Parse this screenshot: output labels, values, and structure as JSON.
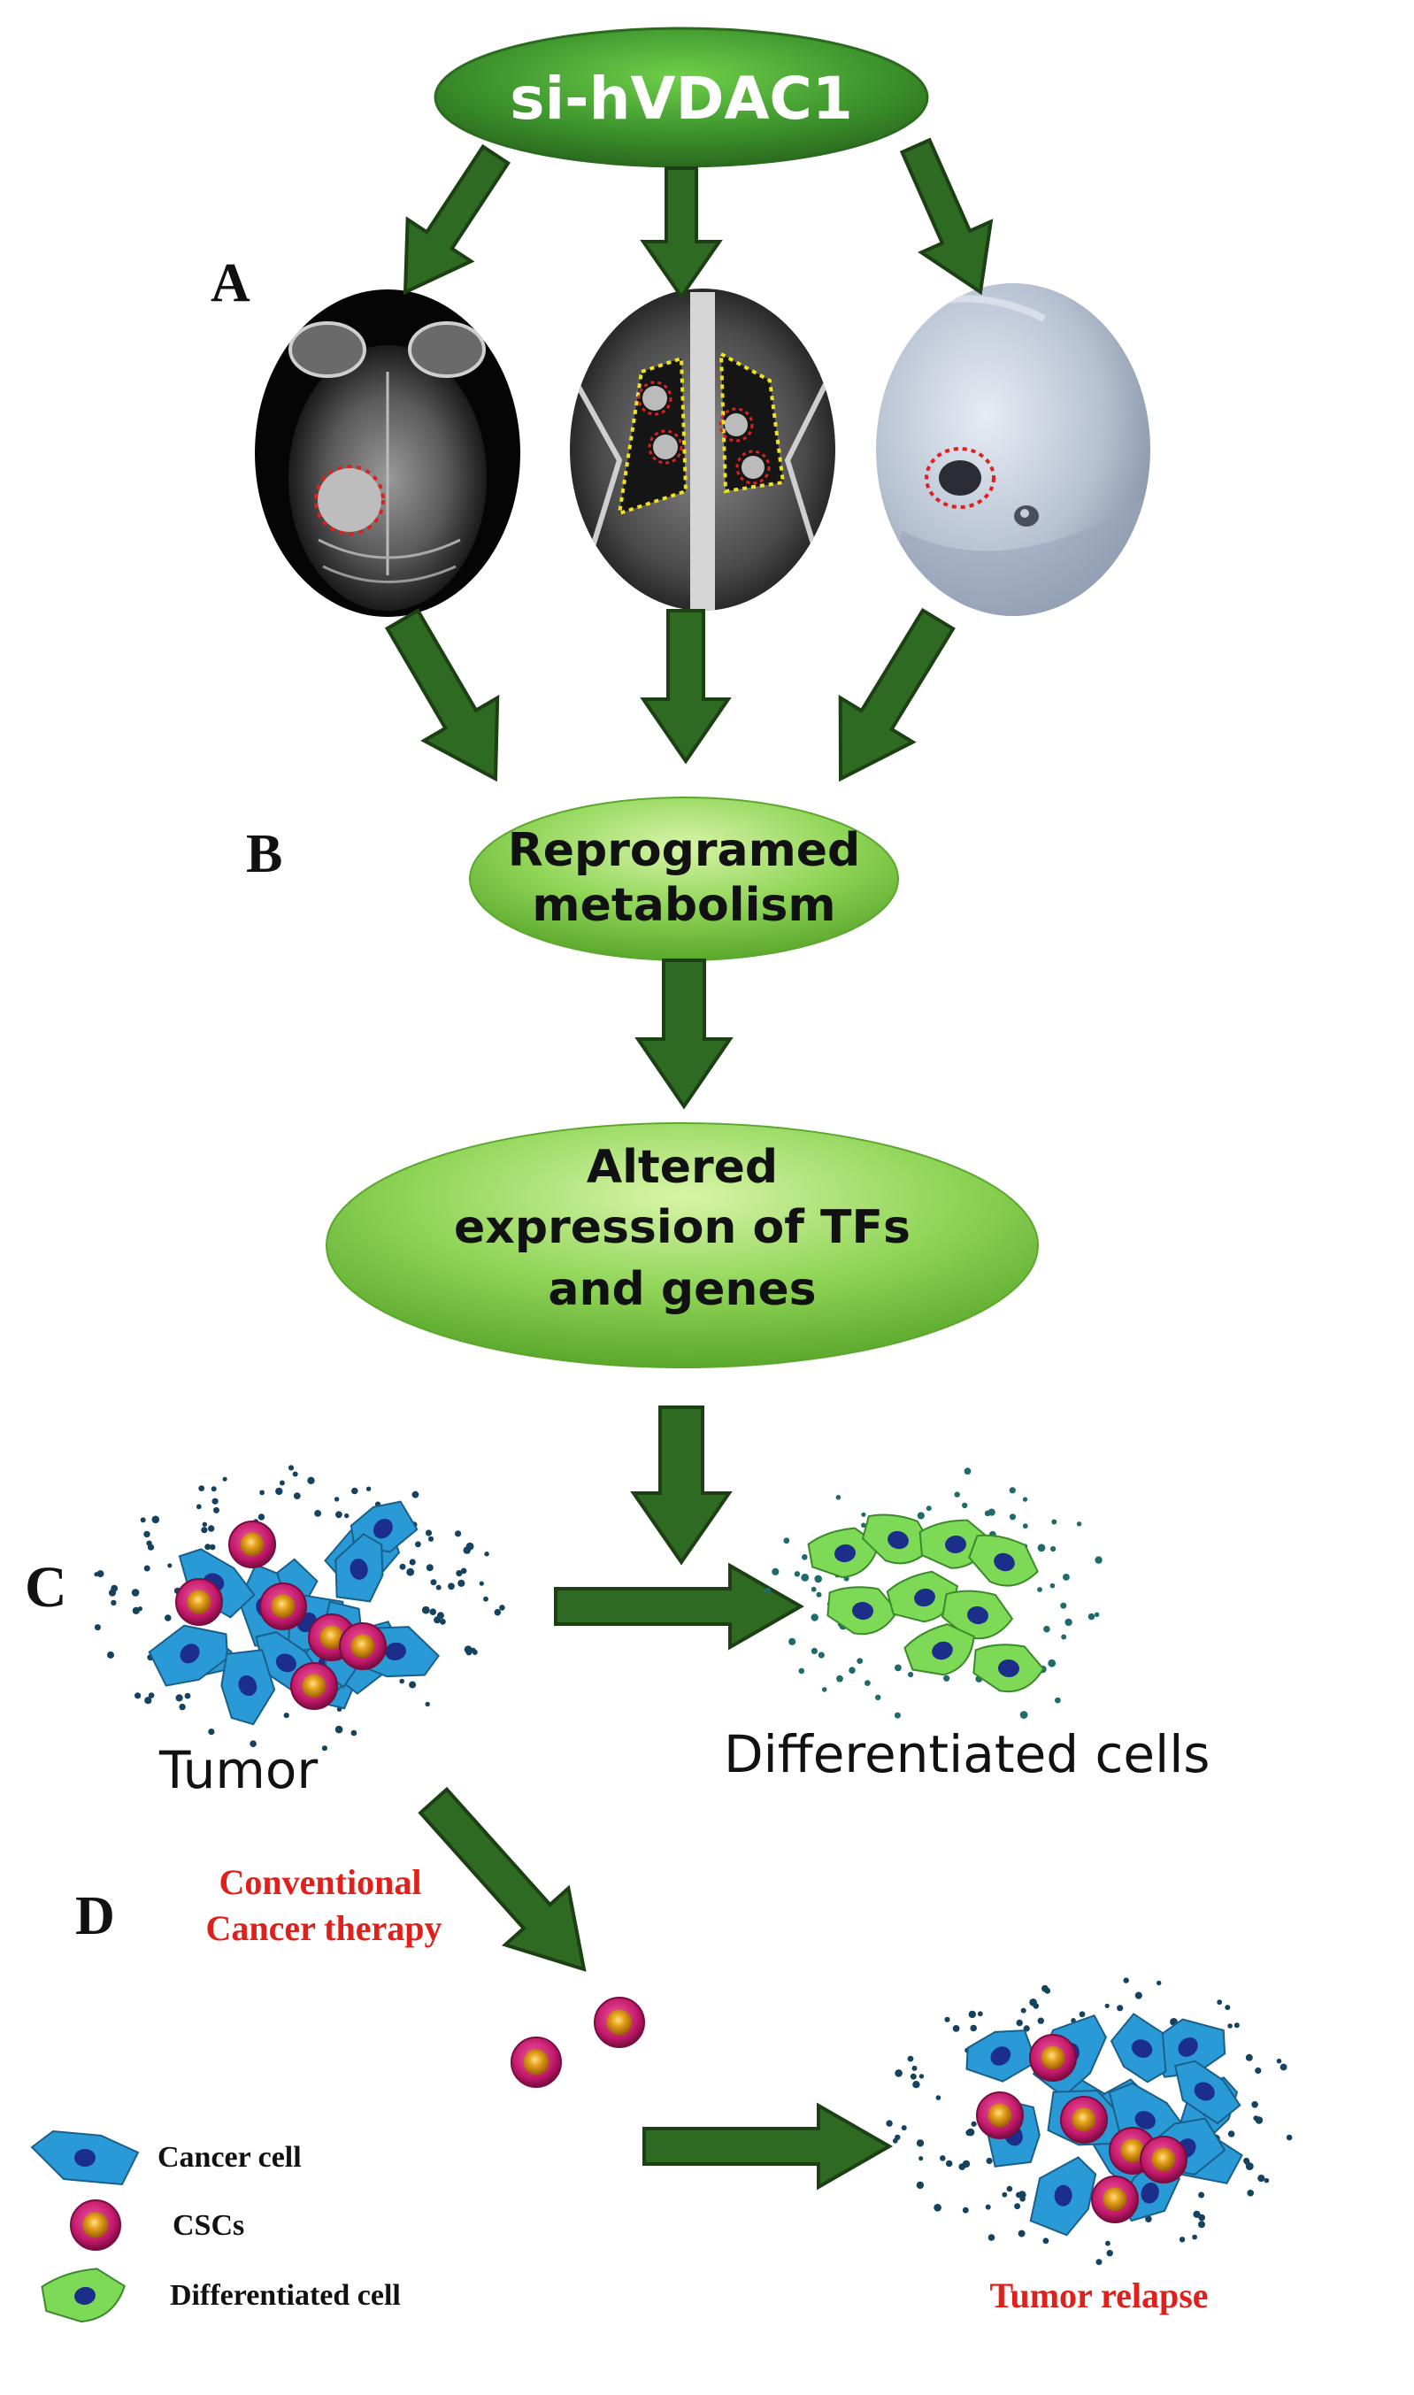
{
  "panels": {
    "a": "A",
    "b": "B",
    "c": "C",
    "d": "D"
  },
  "nodes": {
    "top": "si-hVDAC1",
    "metabolism_line1": "Reprogramed",
    "metabolism_line2": "metabolism",
    "expression_line1": "Altered",
    "expression_line2": "expression of TFs",
    "expression_line3": "and genes"
  },
  "captions": {
    "tumor": "Tumor",
    "differentiated": "Differentiated cells",
    "therapy_line1": "Conventional",
    "therapy_line2": "Cancer therapy",
    "relapse": "Tumor relapse"
  },
  "legend": {
    "cancer_cell": "Cancer cell",
    "cscs": "CSCs",
    "differentiated_cell": "Differentiated cell"
  },
  "colors": {
    "arrow_fill": "#2e6a22",
    "arrow_stroke": "#1c3f14",
    "node_green": "#7fc94a",
    "top_green": "#3f8f2e",
    "cancer_blue": "#2a9ad6",
    "csc_magenta": "#c2186b",
    "diff_green": "#7ed957",
    "therapy_red": "#e0201b",
    "roi_red": "#e02020",
    "roi_yellow": "#f2e21b"
  }
}
